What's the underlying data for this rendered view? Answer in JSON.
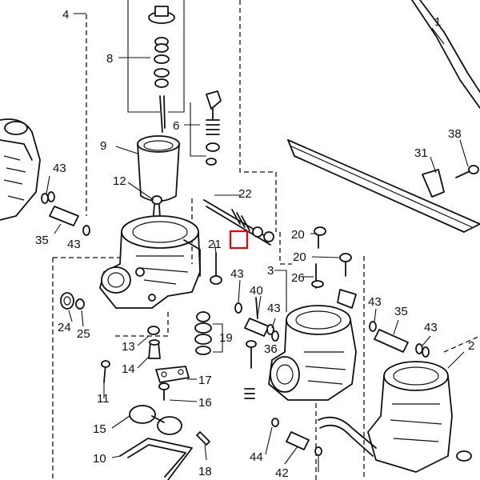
{
  "diagram": {
    "callouts": {
      "c1": "1",
      "c4": "4",
      "c8": "8",
      "c6": "6",
      "c9": "9",
      "c12": "12",
      "c22": "22",
      "c38": "38",
      "c31": "31",
      "c43a": "43",
      "c35a": "35",
      "c43b": "43",
      "c21": "21",
      "c20a": "20",
      "c20b": "20",
      "c3": "3",
      "c26": "26",
      "c43c": "43",
      "c40": "40",
      "c43d": "43",
      "c43e": "43",
      "c35b": "35",
      "c43f": "43",
      "c36": "36",
      "c24": "24",
      "c25": "25",
      "c13": "13",
      "c14": "14",
      "c19": "19",
      "c17": "17",
      "c16": "16",
      "c11": "11",
      "c15": "15",
      "c10": "10",
      "c18": "18",
      "c44": "44",
      "c42": "42",
      "c2": "2"
    },
    "highlight_color": "#e8000c"
  }
}
